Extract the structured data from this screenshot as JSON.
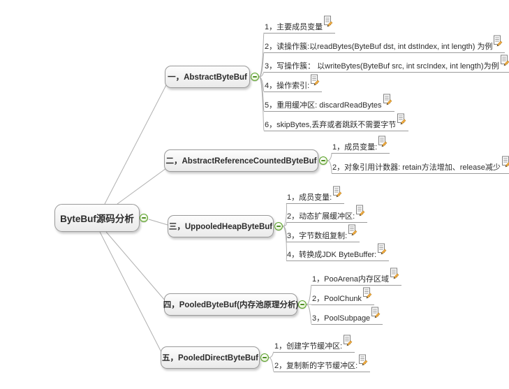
{
  "diagram_type": "mind-map",
  "root": {
    "label": "ByteBuf源码分析"
  },
  "branches": [
    {
      "label": "一，AbstractByteBuf",
      "children": [
        {
          "label": "1，主要成员变量",
          "icon": "note"
        },
        {
          "label": "2，读操作簇:以readBytes(ByteBuf dst, int dstIndex, int length) 为例",
          "icon": "note"
        },
        {
          "label": "3，写操作簇： 以writeBytes(ByteBuf src, int srcIndex, int length)为例",
          "icon": "note"
        },
        {
          "label": "4，操作索引:",
          "icon": "note"
        },
        {
          "label": "5，重用缓冲区: discardReadBytes",
          "icon": "note"
        },
        {
          "label": "6，skipBytes,丢弃或者跳跃不需要字节",
          "icon": "note"
        }
      ]
    },
    {
      "label": "二，AbstractReferenceCountedByteBuf",
      "children": [
        {
          "label": "1，成员变量:",
          "icon": "note"
        },
        {
          "label": "2，对象引用计数器: retain方法增加、release减少",
          "icon": "note"
        }
      ]
    },
    {
      "label": "三，UppooledHeapByteBuf",
      "children": [
        {
          "label": "1，成员变量:",
          "icon": "note"
        },
        {
          "label": "2，动态扩展缓冲区:",
          "icon": "note"
        },
        {
          "label": "3，字节数组复制:",
          "icon": "note"
        },
        {
          "label": "4，转换成JDK ByteBuffer:",
          "icon": "note"
        }
      ]
    },
    {
      "label": "四，PooledByteBuf(内存池原理分析)",
      "children": [
        {
          "label": "1，PooArena内存区域",
          "icon": "note"
        },
        {
          "label": "2，PoolChunk",
          "icon": "note"
        },
        {
          "label": "3，PoolSubpage",
          "icon": "note"
        }
      ]
    },
    {
      "label": "五，PooledDirectByteBuf",
      "children": [
        {
          "label": "1，创建字节缓冲区:",
          "icon": "note"
        },
        {
          "label": "2，复制新的字节缓冲区:",
          "icon": "note"
        }
      ]
    }
  ],
  "icons": {
    "note": "note-icon (document page with orange pencil)",
    "collapse": "minus-circle-icon"
  },
  "colors": {
    "collapse_green": "#58a027",
    "node_border": "#9a9a9a",
    "connector": "#b0b0b0",
    "underline": "#9b9b9b",
    "text": "#2b2b2b",
    "note_pencil": "#efa93f"
  }
}
